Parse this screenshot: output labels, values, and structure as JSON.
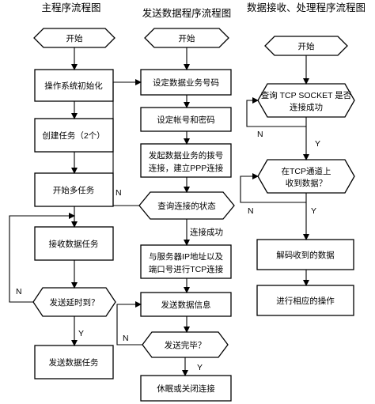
{
  "columns": {
    "main": {
      "title": "主程序流程图",
      "nodes": {
        "start": "开始",
        "os_init": "操作系统初始化",
        "create_tasks": "创建任务（2个）",
        "start_multitask": "开始多任务",
        "receive_task": "接收数据任务",
        "timer_check": "发送延时到？",
        "send_task": "发送数据任务"
      },
      "labels": {
        "no": "N",
        "yes": "Y"
      }
    },
    "send": {
      "title": "发送数据程序流程图",
      "nodes": {
        "start": "开始",
        "set_service": "设定数据业务号码",
        "set_account": "设定帐号和密码",
        "dial_line1": "发起数据业务的拨号",
        "dial_line2": "连接，建立PPP连接",
        "query_state": "查询连接的状态",
        "server_line1": "与服务器IP地址以及",
        "server_line2": "端口号进行TCP连接",
        "send_info": "发送数据信息",
        "send_done": "发送完毕？",
        "sleep_close": "休眠或关闭连接"
      },
      "labels": {
        "no_dial": "N",
        "connected": "连接成功",
        "no_send": "N",
        "yes_send": "Y"
      }
    },
    "recv": {
      "title": "数据接收、处理程序流程图",
      "nodes": {
        "start": "开始",
        "query_socket_line1": "查询 TCP SOCKET 是否",
        "query_socket_line2": "连接成功",
        "tcp_recv_line1": "在TCP通道上",
        "tcp_recv_line2": "收到数据？",
        "decode": "解码收到的数据",
        "process": "进行相应的操作"
      },
      "labels": {
        "no_socket": "N",
        "yes_socket": "Y",
        "no_recv": "N",
        "yes_recv": "Y"
      }
    }
  }
}
